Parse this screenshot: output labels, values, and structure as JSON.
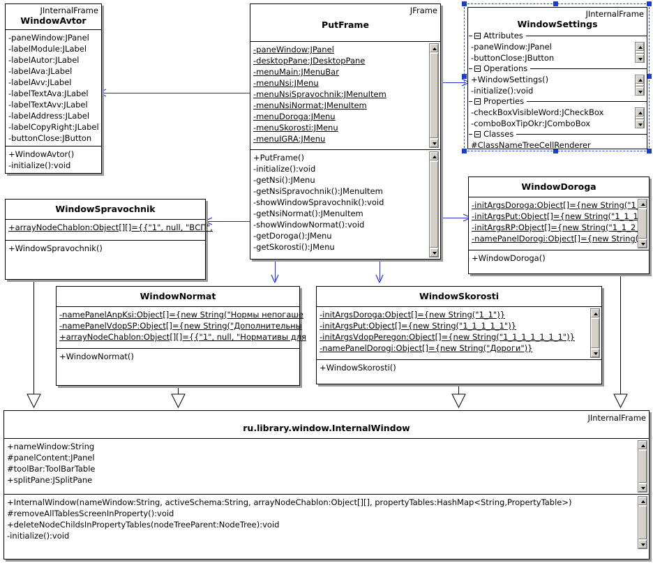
{
  "diagram": {
    "type": "uml-class-diagram",
    "accent_color": "#1a2fd0",
    "selection_color": "#1a3fc4",
    "background": "#ffffff"
  },
  "classes": {
    "window_avtor": {
      "stereotype": "JInternalFrame",
      "name": "WindowAvtor",
      "attributes": [
        "-paneWindow:JPanel",
        "-labelModule:JLabel",
        "-labelAutor:JLabel",
        "-labelAva:JLabel",
        "-labelAvv:JLabel",
        "-labelTextAva:JLabel",
        "-labelTextAvv:JLabel",
        "-labelAddress:JLabel",
        "-labelCopyRight:JLabel",
        "-buttonClose:JButton"
      ],
      "operations": [
        "+WindowAvtor()",
        "-initialize():void"
      ]
    },
    "put_frame": {
      "stereotype": "JFrame",
      "name": "PutFrame",
      "attributes": [
        "-paneWindow:JPanel",
        "-desktopPane:JDesktopPane",
        "-menuMain:JMenuBar",
        "-menuNsi:JMenu",
        "-menuNsiSpravochnik:JMenuItem",
        "-menuNsiNormat:JMenuItem",
        "-menuDoroga:JMenu",
        "-menuSkorosti:JMenu",
        "-menuIGRA:JMenu"
      ],
      "operations": [
        "+PutFrame()",
        "-initialize():void",
        "-getNsi():JMenu",
        "-getNsiSpravochnik():JMenuItem",
        "-showWindowSpravochnik():void",
        "-getNsiNormat():JMenuItem",
        "-showWindowNormat():void",
        "-getDoroga():JMenu",
        "-getSkorosti():JMenu"
      ]
    },
    "window_settings": {
      "stereotype": "JInternalFrame",
      "name": "WindowSettings",
      "selected": true,
      "groups": [
        {
          "label": "Attributes",
          "items": [
            "-paneWindow:JPanel",
            "-buttonClose:JButton"
          ]
        },
        {
          "label": "Operations",
          "items": [
            "+WindowSettings()",
            "-initialize():void"
          ]
        },
        {
          "label": "Properties",
          "items": [
            "-checkBoxVisibleWord:JCheckBox",
            "-comboBoxTipOkr:JComboBox"
          ]
        },
        {
          "label": "Classes",
          "items": [
            "#ClassNameTreeCellRenderer"
          ]
        }
      ]
    },
    "window_spravochnik": {
      "name": "WindowSpravochnik",
      "attributes": [
        "+arrayNodeChablon:Object[][]={{\"1\", null, \"ВСП\","
      ],
      "operations": [
        "+WindowSpravochnik()"
      ]
    },
    "window_doroga": {
      "name": "WindowDoroga",
      "attributes": [
        "-initArgsDoroga:Object[]={new String(\"1_",
        "-initArgsPut:Object[]={new String(\"1_1_1",
        "-initArgsRP:Object[]={new String(\"1_1_2_",
        "-namePanelDorogi:Object[]={new String(\""
      ],
      "operations": [
        "+WindowDoroga()"
      ]
    },
    "window_normat": {
      "name": "WindowNormat",
      "attributes": [
        "-namePanelAnpKsi:Object[]={new String(\"Нормы непогаше",
        "-namePanelVdopSP:Object[]={new String(\"Дополнительны",
        "+arrayNodeChablon:Object[][]={{\"1\", null, \"Нормативы для"
      ],
      "operations": [
        "+WindowNormat()"
      ]
    },
    "window_skorosti": {
      "name": "WindowSkorosti",
      "attributes": [
        "-initArgsDoroga:Object[]={new String(\"1_1\")}",
        "-initArgsPut:Object[]={new String(\"1_1_1_1_1\")}",
        "-initArgsVdopPeregon:Object[]={new String(\"1_1_1_1_1_1_1\")}",
        "-namePanelDorogi:Object[]={new String(\"Дороги\")}"
      ],
      "operations": [
        "+WindowSkorosti()"
      ]
    },
    "internal_window": {
      "stereotype": "JInternalFrame",
      "name": "ru.library.window.InternalWindow",
      "attributes": [
        "+nameWindow:String",
        "#panelContent:JPanel",
        "#toolBar:ToolBarTable",
        "+splitPane:JSplitPane"
      ],
      "operations": [
        "+InternalWindow(nameWindow:String, activeSchema:String, arrayNodeChablon:Object[][], propertyTables:HashMap<String,PropertyTable>)",
        "#removeAllTablesScreenInProperty():void",
        "+deleteNodeChildsInPropertyTables(nodeTreeParent:NodeTree):void",
        "-initialize():void"
      ]
    }
  },
  "relations": [
    {
      "kind": "dependency",
      "from": "put_frame",
      "to": "window_avtor"
    },
    {
      "kind": "dependency",
      "from": "put_frame",
      "to": "window_settings"
    },
    {
      "kind": "dependency",
      "from": "put_frame",
      "to": "window_doroga"
    },
    {
      "kind": "dependency",
      "from": "put_frame",
      "to": "window_spravochnik"
    },
    {
      "kind": "dependency",
      "from": "put_frame",
      "to": "window_normat"
    },
    {
      "kind": "dependency",
      "from": "put_frame",
      "to": "window_skorosti"
    },
    {
      "kind": "generalization",
      "from": "window_spravochnik",
      "to": "internal_window"
    },
    {
      "kind": "generalization",
      "from": "window_normat",
      "to": "internal_window"
    },
    {
      "kind": "generalization",
      "from": "window_skorosti",
      "to": "internal_window"
    },
    {
      "kind": "generalization",
      "from": "window_doroga",
      "to": "internal_window"
    }
  ]
}
